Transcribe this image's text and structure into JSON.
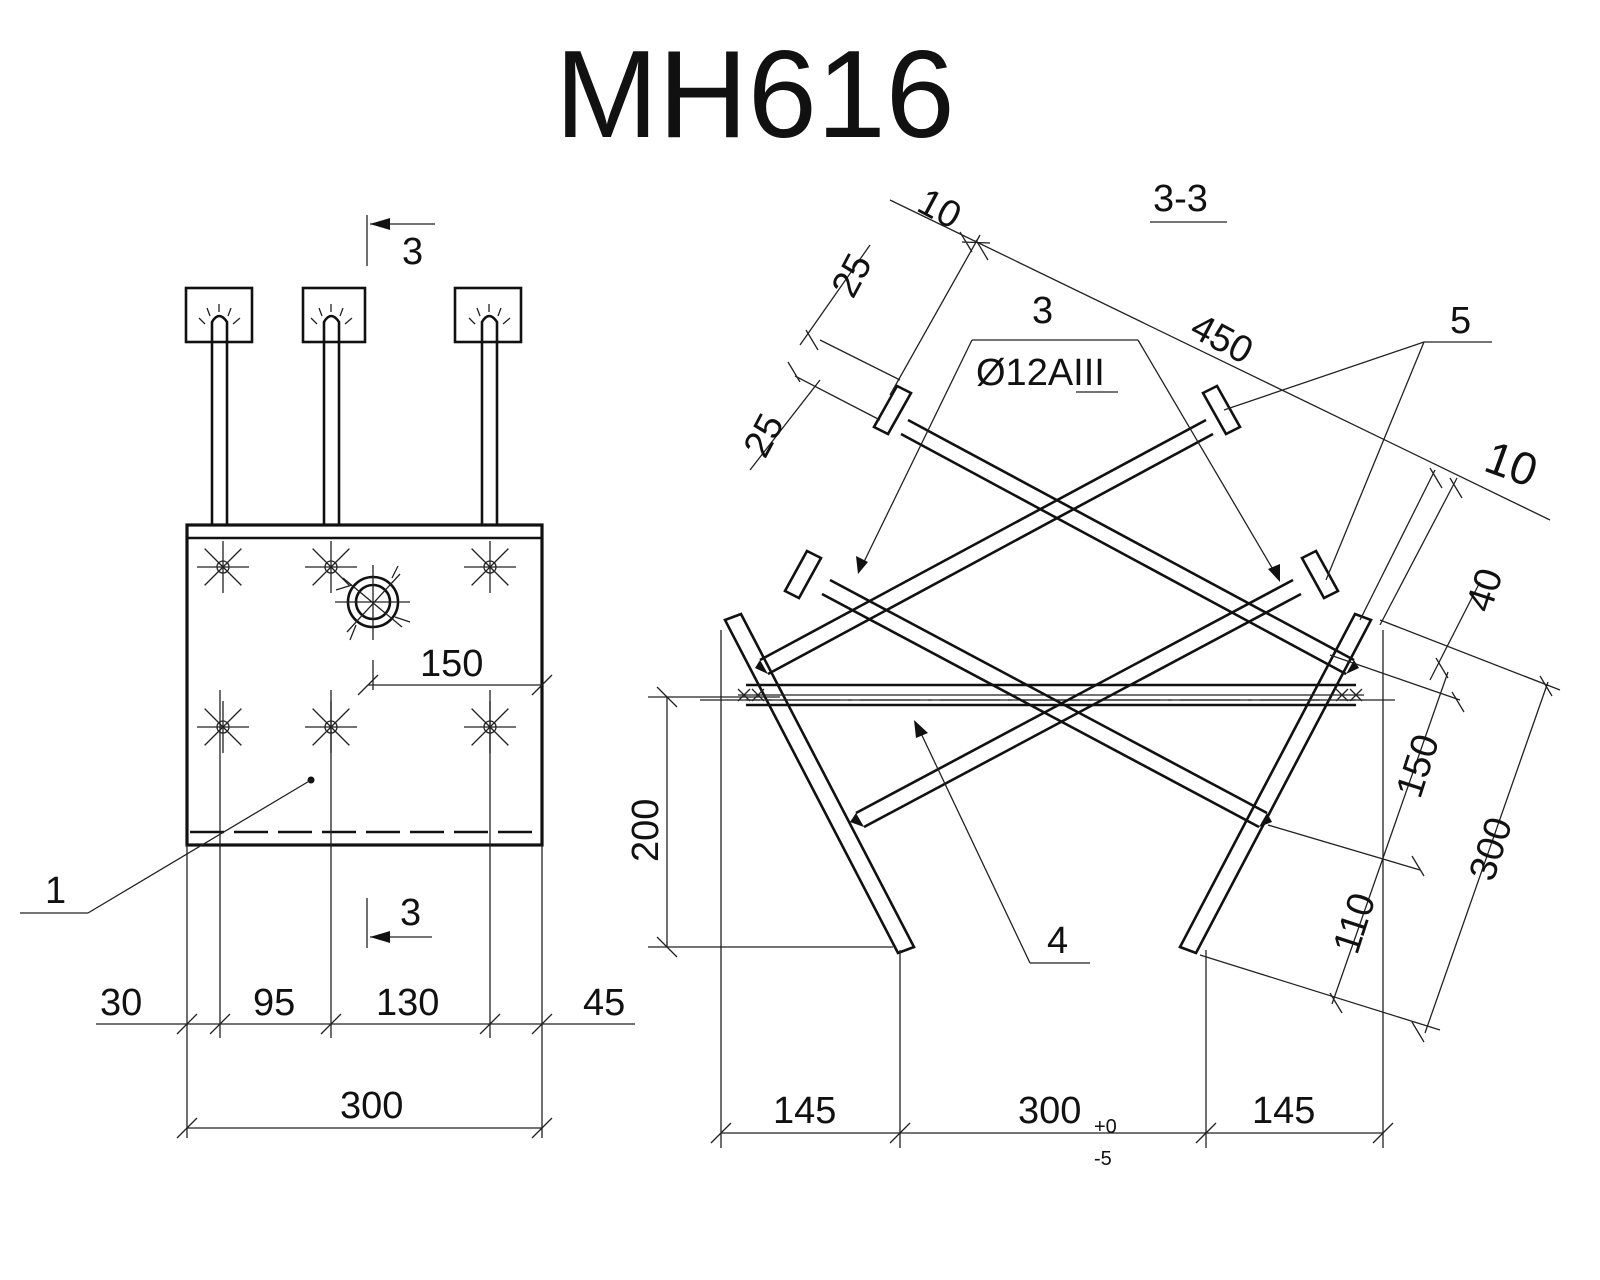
{
  "title": "MH616",
  "section_label": "3-3",
  "left_view": {
    "section_marks": [
      "3",
      "3"
    ],
    "dim_top_right": "150",
    "dims_bottom": [
      "30",
      "95",
      "130",
      "45"
    ],
    "dim_total": "300",
    "callout": "1"
  },
  "right_view": {
    "dims": {
      "d10_top": "10",
      "d25_a": "25",
      "d25_b": "25",
      "d450": "450",
      "d10_right": "10",
      "d40": "40",
      "d150": "150",
      "d300_right": "300",
      "d110": "110",
      "d200": "200",
      "d145_left": "145",
      "d300_bottom": "300",
      "tol_upper": "+0",
      "tol_lower": "-5",
      "d145_right": "145"
    },
    "rebar_count": "3",
    "rebar_spec": "Ø12AIII",
    "callout_4": "4",
    "callout_5": "5"
  }
}
